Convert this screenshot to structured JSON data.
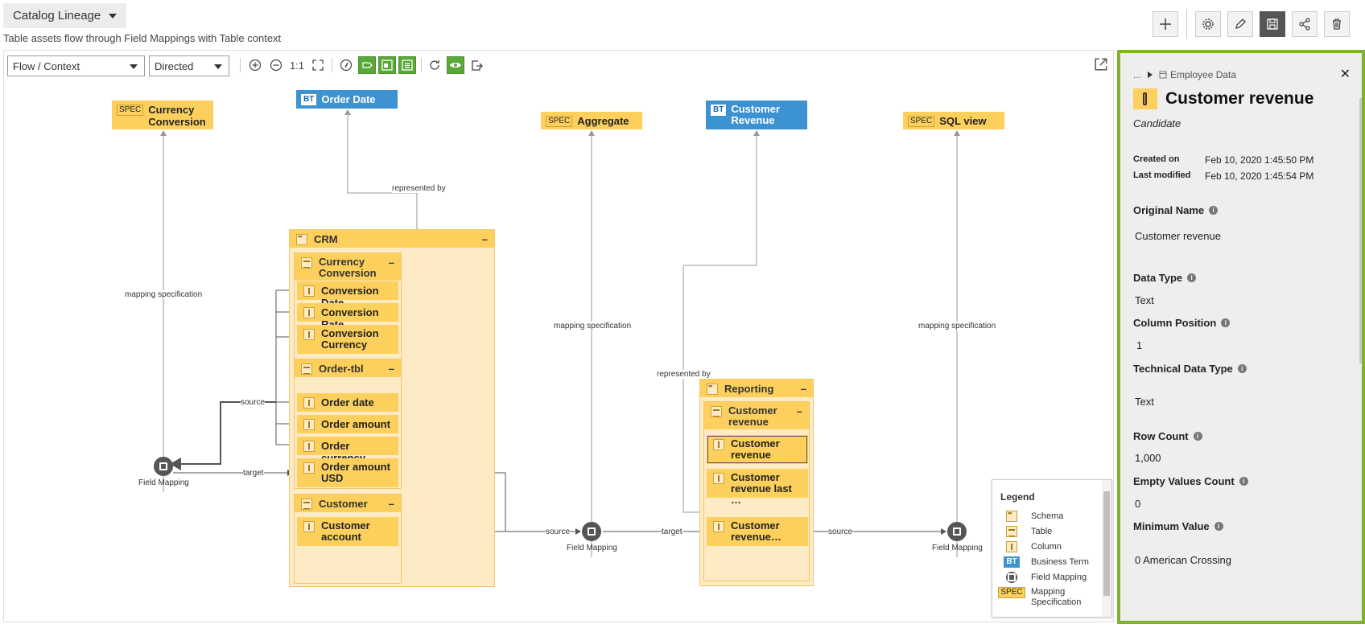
{
  "header": {
    "title": "Catalog Lineage",
    "subtitle": "Table assets flow through Field Mappings with Table context"
  },
  "toolbar": {
    "layout_select": "Flow / Context",
    "direction_select": "Directed",
    "zoom_reset": "1:1"
  },
  "nodes": {
    "spec_currency": "Currency Conversion",
    "bt_order_date": "Order Date",
    "spec_aggregate": "Aggregate",
    "bt_customer_revenue": "Customer Revenue",
    "spec_sql_view": "SQL view",
    "tag_spec": "SPEC",
    "tag_bt": "BT"
  },
  "crm": {
    "name": "CRM",
    "tables": [
      {
        "name": "Currency Conversion",
        "columns": [
          "Conversion Date",
          "Conversion Rate",
          "Conversion Currency"
        ]
      },
      {
        "name": "Order-tbl",
        "columns": [
          "Order date",
          "Order amount",
          "Order currency",
          "Order amount USD"
        ]
      },
      {
        "name": "Customer",
        "columns": [
          "Customer account"
        ]
      }
    ]
  },
  "reporting": {
    "name": "Reporting",
    "table": "Customer revenue",
    "columns": [
      "Customer revenue",
      "Customer revenue last …",
      "Customer revenue…"
    ]
  },
  "edges": {
    "mapping_specification": "mapping specification",
    "represented_by": "represented by",
    "source": "source",
    "target": "target"
  },
  "field_mapping_label": "Field Mapping",
  "legend": {
    "title": "Legend",
    "items": [
      "Schema",
      "Table",
      "Column",
      "Business Term",
      "Field Mapping",
      "Mapping Specification"
    ]
  },
  "panel": {
    "breadcrumb_more": "...",
    "breadcrumb_item": "Employee Data",
    "close": "✕",
    "title": "Customer revenue",
    "status": "Candidate",
    "created_label": "Created on",
    "created_value": "Feb 10, 2020 1:45:50 PM",
    "modified_label": "Last modified",
    "modified_value": "Feb 10, 2020 1:45:54 PM",
    "fields": [
      {
        "label": "Original Name",
        "value": "Customer revenue"
      },
      {
        "label": "Data Type",
        "value": "Text"
      },
      {
        "label": "Column Position",
        "value": "1"
      },
      {
        "label": "Technical Data Type",
        "value": "Text"
      },
      {
        "label": "Row Count",
        "value": "1,000"
      },
      {
        "label": "Empty Values Count",
        "value": "0"
      },
      {
        "label": "Minimum Value",
        "value": "0 American Crossing"
      }
    ]
  },
  "colors": {
    "spec": "#fdd05d",
    "bt": "#3d92d2",
    "panel_border": "#7fb22d",
    "toggle_active": "#5aa83a"
  }
}
